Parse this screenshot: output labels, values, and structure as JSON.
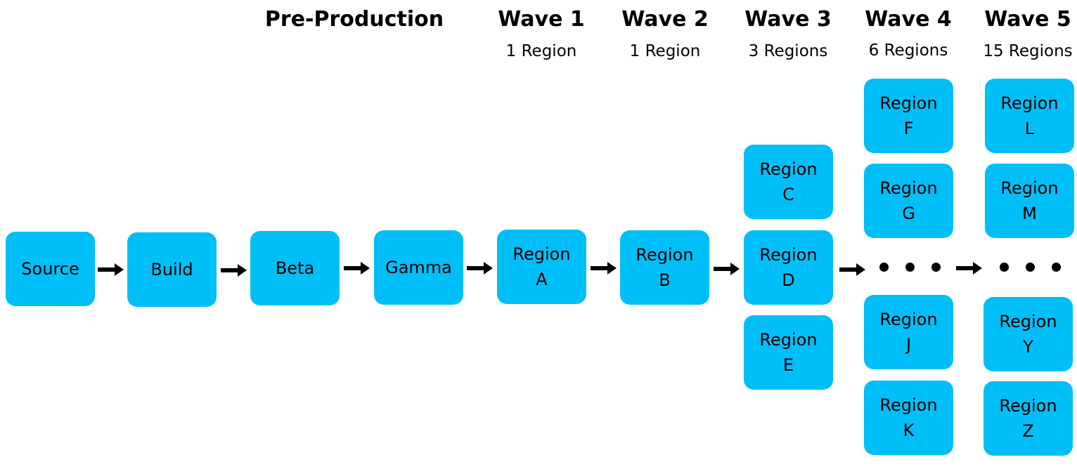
{
  "headers": {
    "pre_production": "Pre-Production",
    "wave1": "Wave 1",
    "wave2": "Wave 2",
    "wave3": "Wave 3",
    "wave4": "Wave 4",
    "wave5": "Wave 5"
  },
  "subheaders": {
    "wave1": "1 Region",
    "wave2": "1 Region",
    "wave3": "3 Regions",
    "wave4": "6 Regions",
    "wave5": "15 Regions"
  },
  "stages": {
    "source": "Source",
    "build": "Build",
    "beta": "Beta",
    "gamma": "Gamma"
  },
  "region_word": "Region",
  "regions": {
    "a": "A",
    "b": "B",
    "c": "C",
    "d": "D",
    "e": "E",
    "f": "F",
    "g": "G",
    "j": "J",
    "k": "K",
    "l": "L",
    "m": "M",
    "y": "Y",
    "z": "Z"
  },
  "colors": {
    "box": "#00bff8",
    "arrow": "#000000"
  }
}
